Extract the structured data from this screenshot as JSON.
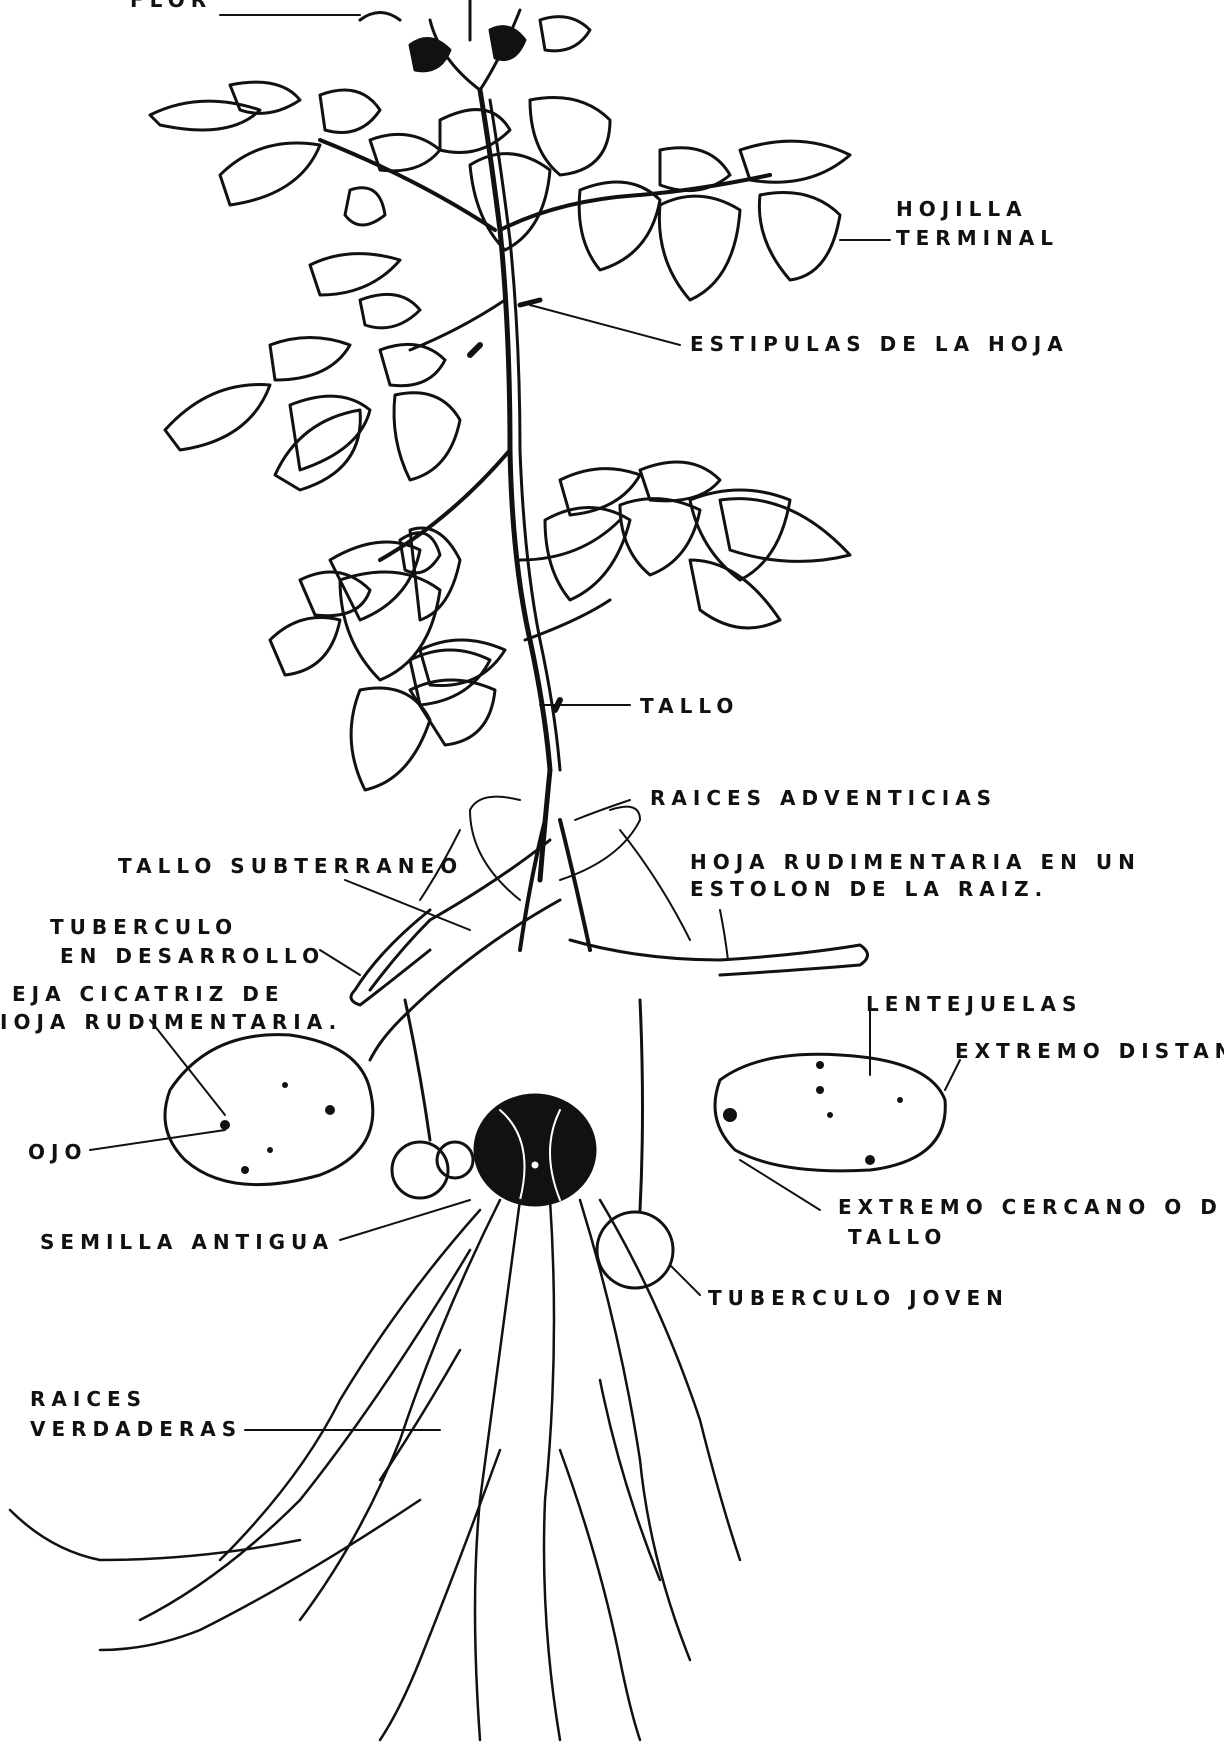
{
  "colors": {
    "ink": "#111111",
    "paper": "#ffffff"
  },
  "labels": {
    "flor": "FLOR",
    "hojilla_terminal_1": "HOJILLA",
    "hojilla_terminal_2": "TERMINAL",
    "estipulas": "ESTIPULAS DE LA HOJA",
    "tallo": "TALLO",
    "raices_adventicias": "RAICES ADVENTICIAS",
    "tallo_subterraneo": "TALLO SUBTERRANEO",
    "hoja_rudimentaria_1": "HOJA RUDIMENTARIA EN UN",
    "hoja_rudimentaria_2": "ESTOLON DE LA RAIZ.",
    "tuberculo_desarrollo_1": "TUBERCULO",
    "tuberculo_desarrollo_2": "EN DESARROLLO",
    "ceja_1": "EJA CICATRIZ DE",
    "ceja_2": "IOJA RUDIMENTARIA.",
    "lentejuelas": "LENTEJUELAS",
    "extremo_distante": "EXTREMO DISTANT",
    "ojo": "OJO",
    "extremo_cercano_1": "EXTREMO CERCANO O D",
    "extremo_cercano_2": "TALLO",
    "semilla_antigua": "SEMILLA ANTIGUA",
    "tuberculo_joven": "TUBERCULO JOVEN",
    "raices_verdaderas_1": "RAICES",
    "raices_verdaderas_2": "VERDADERAS"
  }
}
